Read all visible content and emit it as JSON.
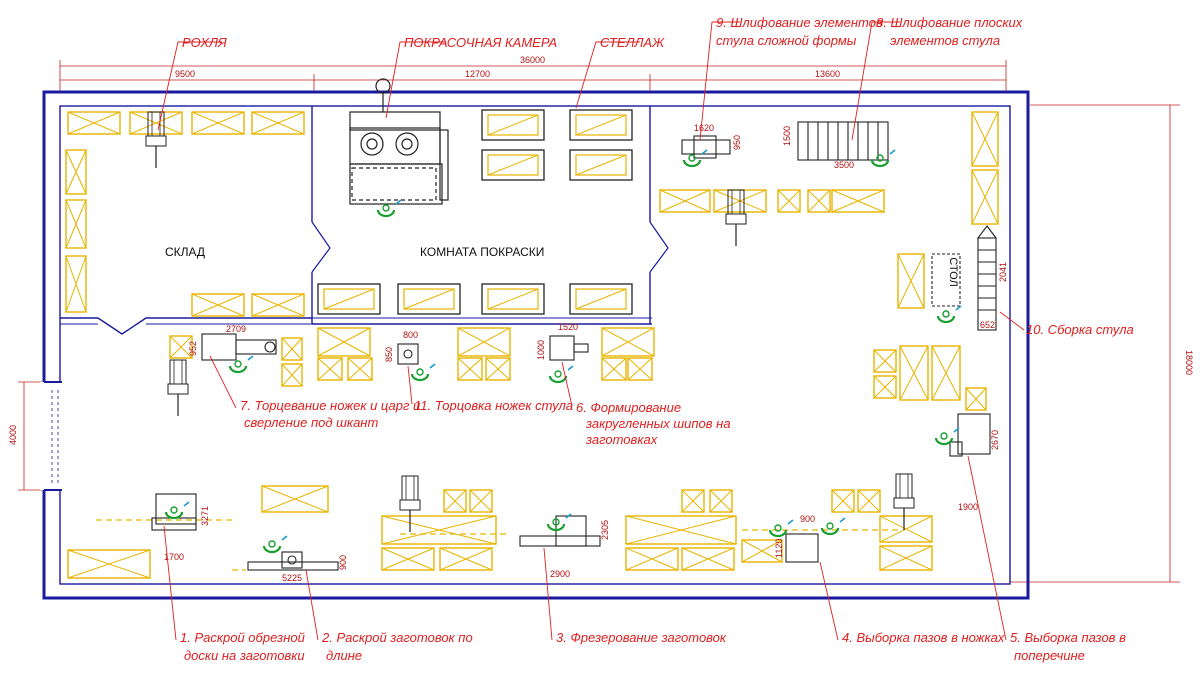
{
  "colors": {
    "wall": "#1a1aa0",
    "equipment": "#e8b400",
    "leader": "#e02020",
    "operator": "#18a030",
    "machine": "#222222"
  },
  "dimensions": {
    "total": "36000",
    "seg1": "9500",
    "seg2": "12700",
    "seg3": "13600",
    "height": "18000",
    "door": "4000"
  },
  "rooms": {
    "warehouse": "СКЛАД",
    "paint_room": "КОМНАТА ПОКРАСКИ",
    "table": "СТОЛ"
  },
  "top_labels": {
    "rokhlya": "РОХЛЯ",
    "paint_booth": "ПОКРАСОЧНАЯ КАМЕРА",
    "rack": "СТЕЛЛАЖ",
    "op9_line1": "9. Шлифование элементов",
    "op9_line2": "стула сложной формы",
    "op8_line1": "8. Шлифование плоских",
    "op8_line2": "элементов стула"
  },
  "operations": {
    "op1_line1": "1. Раскрой обрезной",
    "op1_line2": "доски на заготовки",
    "op2_line1": "2. Раскрой заготовок по",
    "op2_line2": "длине",
    "op3": "3. Фрезерование заготовок",
    "op4": "4. Выборка пазов в ножках",
    "op5_line1": "5. Выборка пазов в",
    "op5_line2": "поперечине",
    "op6_line1": "6. Формирование",
    "op6_line2": "закругленных шипов на",
    "op6_line3": "заготовках",
    "op7_line1": "7. Торцевание ножек и царг и",
    "op7_line2": "сверление под шкант",
    "op10": "10. Сборка стула",
    "op11": "11. Торцовка ножек стула"
  },
  "machine_dims": {
    "m9_w": "1620",
    "m9_h": "950",
    "m8_w": "3500",
    "m8_h": "1500",
    "m10_h": "2041",
    "m10_w": "652",
    "m7_w": "2709",
    "m7_h": "952",
    "m11_w": "800",
    "m11_h": "850",
    "m6_w": "1520",
    "m6_h": "1000",
    "m1_w": "1700",
    "m1_h": "3271",
    "m2_w": "5225",
    "m2_h": "900",
    "m3_w": "2900",
    "m3_h": "2305",
    "m4_w": "900",
    "m4_h": "1120",
    "m5_w": "1900",
    "m5_h": "2670"
  }
}
